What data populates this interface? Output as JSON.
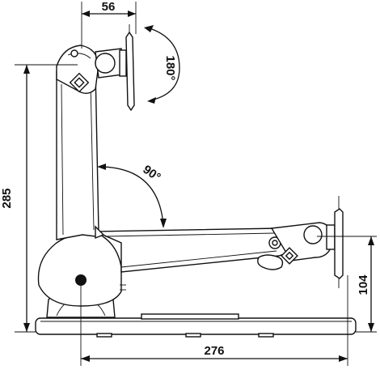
{
  "dimensions": {
    "top_width": "56",
    "tilt_angle": "180°",
    "arm_angle": "90°",
    "height": "285",
    "depth": "276",
    "low_height": "104"
  },
  "colors": {
    "ink": "#111111",
    "paper": "#ffffff"
  }
}
